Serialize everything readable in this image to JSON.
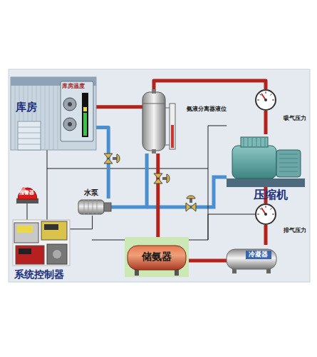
{
  "diagram": {
    "nodes": [
      {
        "text": [
          "库房"
        ]
      },
      {
        "text": [
          "库房温度"
        ],
        "in": 0
      },
      {
        "text": [
          "氨液分离器液位"
        ]
      },
      {
        "text": [
          "吸气压力"
        ]
      },
      {
        "text": [
          "压缩机"
        ]
      },
      {
        "text": [
          "排气压力"
        ]
      },
      {
        "text": [
          "冷凝器"
        ]
      },
      {
        "text": [
          "储氨器"
        ]
      },
      {
        "text": [
          "水泵"
        ]
      },
      {
        "text": [
          "报警器"
        ]
      },
      {
        "text": [
          "系统控制器"
        ]
      }
    ],
    "edges": [
      {
        "from": 0,
        "to": 2,
        "arrow": "none"
      },
      {
        "from": 2,
        "to": 3,
        "arrow": "none"
      },
      {
        "from": 3,
        "to": 4,
        "arrow": "none"
      },
      {
        "from": 4,
        "to": 5,
        "arrow": "none"
      },
      {
        "from": 5,
        "to": 6,
        "arrow": "none"
      },
      {
        "from": 6,
        "to": 7,
        "arrow": "none"
      },
      {
        "from": 7,
        "to": 2,
        "arrow": "none"
      },
      {
        "from": 2,
        "to": 8,
        "arrow": "none"
      },
      {
        "from": 8,
        "to": 0,
        "arrow": "none"
      },
      {
        "from": 10,
        "to": 9,
        "arrow": "none"
      },
      {
        "from": 10,
        "to": 8,
        "arrow": "none"
      },
      {
        "from": 10,
        "to": 0,
        "arrow": "none"
      }
    ]
  }
}
